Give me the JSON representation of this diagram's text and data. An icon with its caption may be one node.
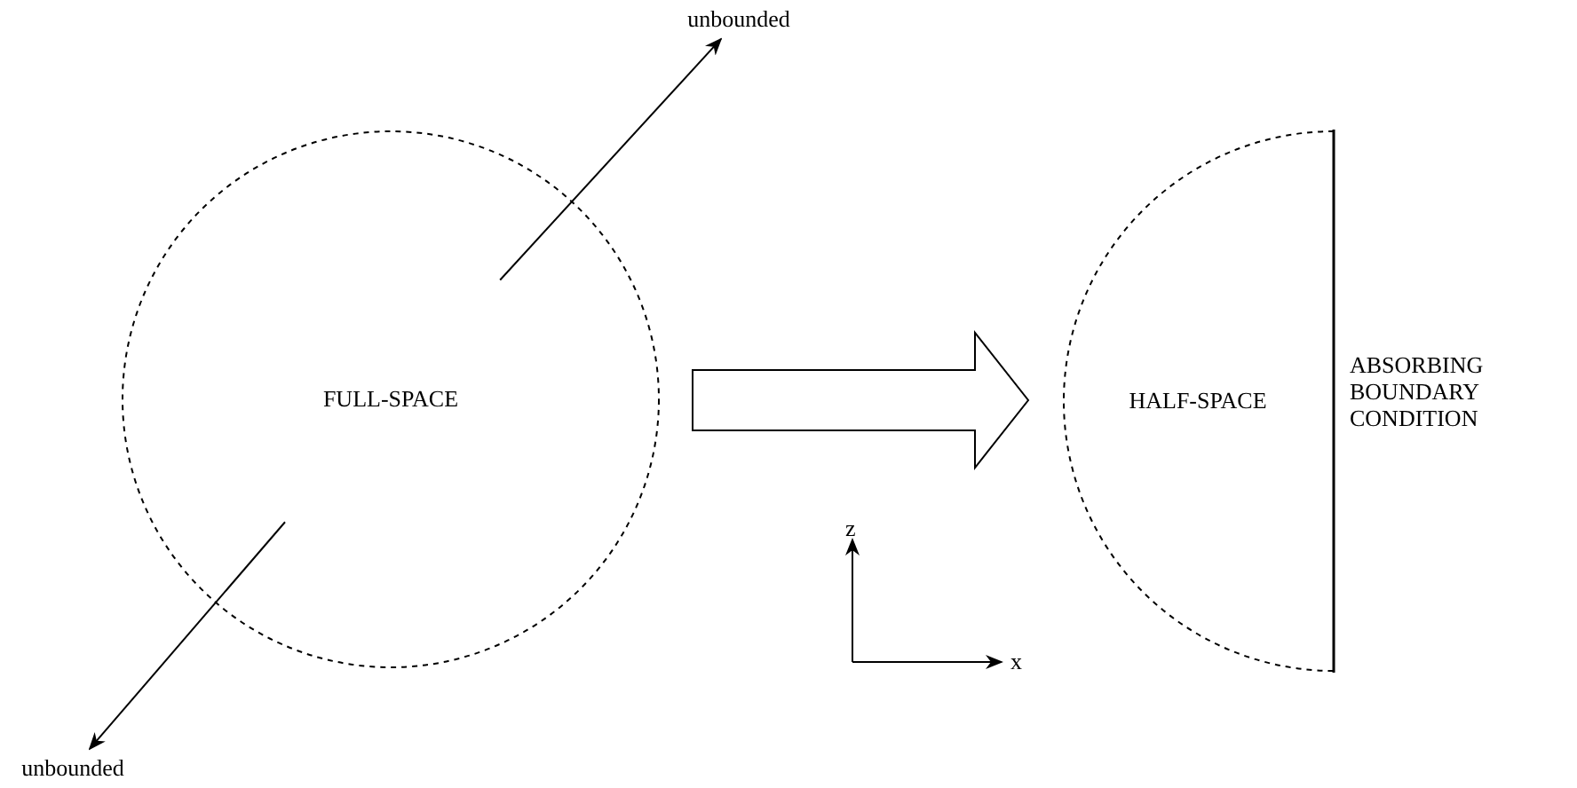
{
  "diagram": {
    "nodes": [
      {
        "text": [
          "unbounded"
        ]
      },
      {
        "text": [
          "FULL-SPACE"
        ]
      },
      {
        "text": [
          "HALF-SPACE"
        ],
        "beside": [
          "ABSORBING BOUNDARY CONDITION"
        ]
      },
      {
        "text": [
          "unbounded"
        ]
      }
    ],
    "edges": [
      {
        "from": 1,
        "to": 0,
        "arrow": "to"
      },
      {
        "from": 1,
        "to": 3,
        "arrow": "to"
      },
      {
        "from": 1,
        "to": 2,
        "arrow": "to",
        "style": "thick"
      }
    ],
    "labels": [
      "z",
      "x"
    ]
  }
}
